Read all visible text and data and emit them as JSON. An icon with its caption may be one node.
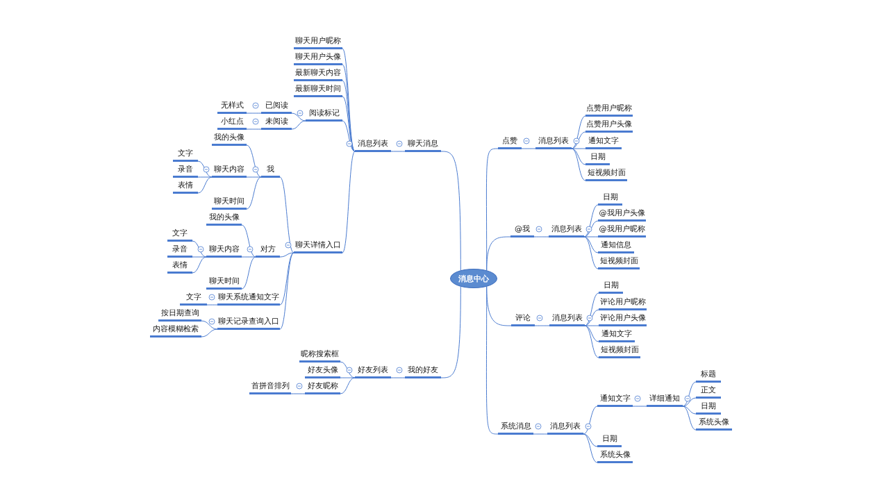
{
  "diagram": {
    "nodes": [
      {
        "text": [
          "消息中心"
        ]
      },
      {
        "text": [
          "聊天消息"
        ]
      },
      {
        "text": [
          "消息列表"
        ]
      },
      {
        "text": [
          "聊天用户昵称"
        ]
      },
      {
        "text": [
          "聊天用户头像"
        ]
      },
      {
        "text": [
          "最新聊天内容"
        ]
      },
      {
        "text": [
          "最新聊天时间"
        ]
      },
      {
        "text": [
          "阅读标记"
        ]
      },
      {
        "text": [
          "已阅读"
        ]
      },
      {
        "text": [
          "无样式"
        ]
      },
      {
        "text": [
          "未阅读"
        ]
      },
      {
        "text": [
          "小红点"
        ]
      },
      {
        "text": [
          "聊天详情入口"
        ]
      },
      {
        "text": [
          "我"
        ]
      },
      {
        "text": [
          "我的头像"
        ]
      },
      {
        "text": [
          "聊天内容"
        ]
      },
      {
        "text": [
          "文字"
        ]
      },
      {
        "text": [
          "录音"
        ]
      },
      {
        "text": [
          "表情"
        ]
      },
      {
        "text": [
          "聊天时间"
        ]
      },
      {
        "text": [
          "对方"
        ]
      },
      {
        "text": [
          "我的头像"
        ]
      },
      {
        "text": [
          "聊天内容"
        ]
      },
      {
        "text": [
          "文字"
        ]
      },
      {
        "text": [
          "录音"
        ]
      },
      {
        "text": [
          "表情"
        ]
      },
      {
        "text": [
          "聊天时间"
        ]
      },
      {
        "text": [
          "聊天系统通知文字"
        ]
      },
      {
        "text": [
          "文字"
        ]
      },
      {
        "text": [
          "聊天记录查询入口"
        ]
      },
      {
        "text": [
          "按日期查询"
        ]
      },
      {
        "text": [
          "内容模糊检索"
        ]
      },
      {
        "text": [
          "我的好友"
        ]
      },
      {
        "text": [
          "好友列表"
        ]
      },
      {
        "text": [
          "昵称搜索框"
        ]
      },
      {
        "text": [
          "好友头像"
        ]
      },
      {
        "text": [
          "好友昵称"
        ]
      },
      {
        "text": [
          "首拼音排列"
        ]
      },
      {
        "text": [
          "点赞"
        ]
      },
      {
        "text": [
          "消息列表"
        ]
      },
      {
        "text": [
          "点赞用户昵称"
        ]
      },
      {
        "text": [
          "点赞用户头像"
        ]
      },
      {
        "text": [
          "通知文字"
        ]
      },
      {
        "text": [
          "日期"
        ]
      },
      {
        "text": [
          "短视频封面"
        ]
      },
      {
        "text": [
          "@我"
        ]
      },
      {
        "text": [
          "消息列表"
        ]
      },
      {
        "text": [
          "日期"
        ]
      },
      {
        "text": [
          "@我用户头像"
        ]
      },
      {
        "text": [
          "@我用户昵称"
        ]
      },
      {
        "text": [
          "通知信息"
        ]
      },
      {
        "text": [
          "短视频封面"
        ]
      },
      {
        "text": [
          "评论"
        ]
      },
      {
        "text": [
          "消息列表"
        ]
      },
      {
        "text": [
          "日期"
        ]
      },
      {
        "text": [
          "评论用户昵称"
        ]
      },
      {
        "text": [
          "评论用户头像"
        ]
      },
      {
        "text": [
          "通知文字"
        ]
      },
      {
        "text": [
          "短视频封面"
        ]
      },
      {
        "text": [
          "系统消息"
        ]
      },
      {
        "text": [
          "消息列表"
        ]
      },
      {
        "text": [
          "通知文字"
        ]
      },
      {
        "text": [
          "详细通知"
        ]
      },
      {
        "text": [
          "标题"
        ]
      },
      {
        "text": [
          "正文"
        ]
      },
      {
        "text": [
          "日期"
        ]
      },
      {
        "text": [
          "系统头像"
        ]
      },
      {
        "text": [
          "日期"
        ]
      },
      {
        "text": [
          "系统头像"
        ]
      }
    ],
    "edges": [
      {
        "from": 0,
        "to": 1,
        "arrow": "none"
      },
      {
        "from": 1,
        "to": 2,
        "arrow": "none"
      },
      {
        "from": 2,
        "to": 3,
        "arrow": "none"
      },
      {
        "from": 2,
        "to": 4,
        "arrow": "none"
      },
      {
        "from": 2,
        "to": 5,
        "arrow": "none"
      },
      {
        "from": 2,
        "to": 6,
        "arrow": "none"
      },
      {
        "from": 2,
        "to": 7,
        "arrow": "none"
      },
      {
        "from": 7,
        "to": 8,
        "arrow": "none"
      },
      {
        "from": 8,
        "to": 9,
        "arrow": "none"
      },
      {
        "from": 7,
        "to": 10,
        "arrow": "none"
      },
      {
        "from": 10,
        "to": 11,
        "arrow": "none"
      },
      {
        "from": 2,
        "to": 12,
        "arrow": "none"
      },
      {
        "from": 12,
        "to": 13,
        "arrow": "none"
      },
      {
        "from": 13,
        "to": 14,
        "arrow": "none"
      },
      {
        "from": 13,
        "to": 15,
        "arrow": "none"
      },
      {
        "from": 15,
        "to": 16,
        "arrow": "none"
      },
      {
        "from": 15,
        "to": 17,
        "arrow": "none"
      },
      {
        "from": 15,
        "to": 18,
        "arrow": "none"
      },
      {
        "from": 13,
        "to": 19,
        "arrow": "none"
      },
      {
        "from": 12,
        "to": 20,
        "arrow": "none"
      },
      {
        "from": 20,
        "to": 21,
        "arrow": "none"
      },
      {
        "from": 20,
        "to": 22,
        "arrow": "none"
      },
      {
        "from": 22,
        "to": 23,
        "arrow": "none"
      },
      {
        "from": 22,
        "to": 24,
        "arrow": "none"
      },
      {
        "from": 22,
        "to": 25,
        "arrow": "none"
      },
      {
        "from": 20,
        "to": 26,
        "arrow": "none"
      },
      {
        "from": 12,
        "to": 27,
        "arrow": "none"
      },
      {
        "from": 27,
        "to": 28,
        "arrow": "none"
      },
      {
        "from": 12,
        "to": 29,
        "arrow": "none"
      },
      {
        "from": 29,
        "to": 30,
        "arrow": "none"
      },
      {
        "from": 29,
        "to": 31,
        "arrow": "none"
      },
      {
        "from": 0,
        "to": 32,
        "arrow": "none"
      },
      {
        "from": 32,
        "to": 33,
        "arrow": "none"
      },
      {
        "from": 33,
        "to": 34,
        "arrow": "none"
      },
      {
        "from": 33,
        "to": 35,
        "arrow": "none"
      },
      {
        "from": 33,
        "to": 36,
        "arrow": "none"
      },
      {
        "from": 36,
        "to": 37,
        "arrow": "none"
      },
      {
        "from": 0,
        "to": 38,
        "arrow": "none"
      },
      {
        "from": 38,
        "to": 39,
        "arrow": "none"
      },
      {
        "from": 39,
        "to": 40,
        "arrow": "none"
      },
      {
        "from": 39,
        "to": 41,
        "arrow": "none"
      },
      {
        "from": 39,
        "to": 42,
        "arrow": "none"
      },
      {
        "from": 39,
        "to": 43,
        "arrow": "none"
      },
      {
        "from": 39,
        "to": 44,
        "arrow": "none"
      },
      {
        "from": 0,
        "to": 45,
        "arrow": "none"
      },
      {
        "from": 45,
        "to": 46,
        "arrow": "none"
      },
      {
        "from": 46,
        "to": 47,
        "arrow": "none"
      },
      {
        "from": 46,
        "to": 48,
        "arrow": "none"
      },
      {
        "from": 46,
        "to": 49,
        "arrow": "none"
      },
      {
        "from": 46,
        "to": 50,
        "arrow": "none"
      },
      {
        "from": 46,
        "to": 51,
        "arrow": "none"
      },
      {
        "from": 0,
        "to": 52,
        "arrow": "none"
      },
      {
        "from": 52,
        "to": 53,
        "arrow": "none"
      },
      {
        "from": 53,
        "to": 54,
        "arrow": "none"
      },
      {
        "from": 53,
        "to": 55,
        "arrow": "none"
      },
      {
        "from": 53,
        "to": 56,
        "arrow": "none"
      },
      {
        "from": 53,
        "to": 57,
        "arrow": "none"
      },
      {
        "from": 53,
        "to": 58,
        "arrow": "none"
      },
      {
        "from": 0,
        "to": 59,
        "arrow": "none"
      },
      {
        "from": 59,
        "to": 60,
        "arrow": "none"
      },
      {
        "from": 60,
        "to": 61,
        "arrow": "none"
      },
      {
        "from": 61,
        "to": 62,
        "arrow": "none"
      },
      {
        "from": 62,
        "to": 63,
        "arrow": "none"
      },
      {
        "from": 62,
        "to": 64,
        "arrow": "none"
      },
      {
        "from": 62,
        "to": 65,
        "arrow": "none"
      },
      {
        "from": 62,
        "to": 66,
        "arrow": "none"
      },
      {
        "from": 60,
        "to": 67,
        "arrow": "none"
      },
      {
        "from": 60,
        "to": 68,
        "arrow": "none"
      }
    ]
  }
}
